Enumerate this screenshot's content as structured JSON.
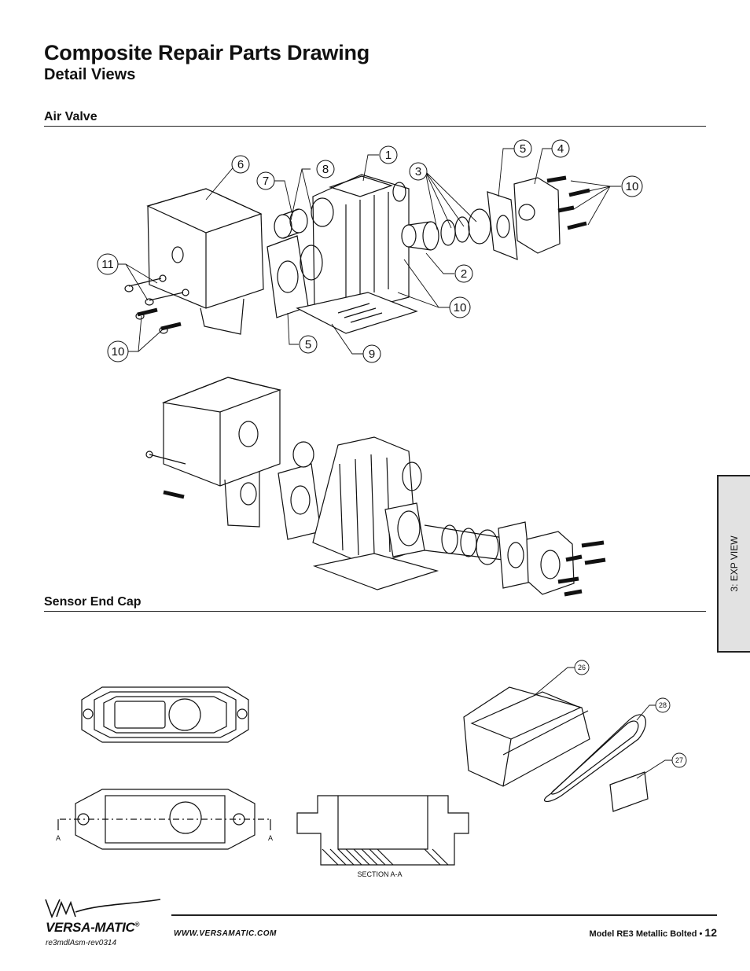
{
  "header": {
    "title": "Composite Repair Parts Drawing",
    "subtitle": "Detail Views"
  },
  "sections": {
    "air_valve": "Air Valve",
    "sensor_end_cap": "Sensor End Cap"
  },
  "air_valve_callouts": [
    "1",
    "2",
    "3",
    "4",
    "5",
    "5",
    "6",
    "7",
    "8",
    "9",
    "10",
    "10",
    "10",
    "11"
  ],
  "sensor_callouts": [
    "26",
    "27",
    "28"
  ],
  "section_labels": {
    "a_left": "A",
    "a_right": "A",
    "section": "SECTION A-A"
  },
  "side_tab": "3: EXP VIEW",
  "footer": {
    "brand": "VERSA-MATIC",
    "registered": "®",
    "website": "WWW.VERSAMATIC.COM",
    "doc_ref": "re3mdlAsm-rev0314",
    "model": "Model RE3 Metallic Bolted",
    "page": "12"
  }
}
